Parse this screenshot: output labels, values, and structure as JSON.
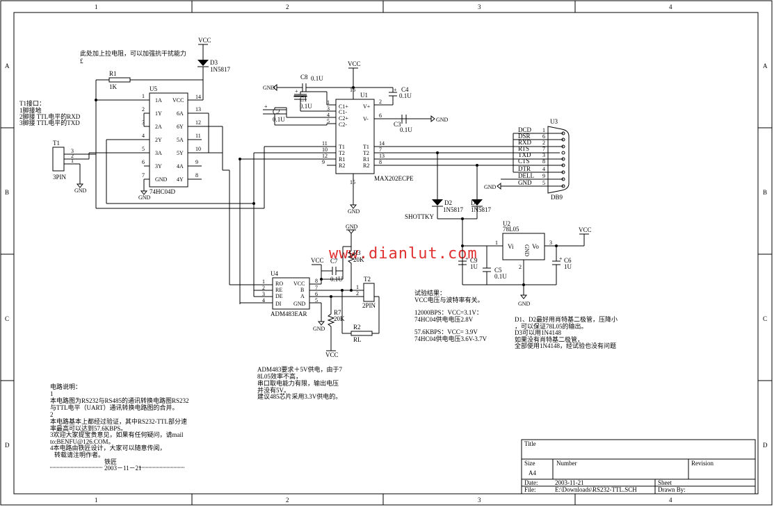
{
  "frame": {
    "cols": [
      "1",
      "2",
      "3",
      "4"
    ],
    "rows": [
      "A",
      "B",
      "C",
      "D"
    ]
  },
  "nets": {
    "vcc": "VCC",
    "gnd": "GND"
  },
  "notes": {
    "pullup": [
      "此处加上拉电阻，可以加强抗干扰能力",
      "£"
    ],
    "t1": [
      "T1接口：",
      "1脚接地",
      "2脚接 TTL电平的RXD",
      "3脚接 TTL电平的TXD"
    ],
    "test": [
      "试验结果：",
      "VCC电压与波特率有关。",
      "",
      "12000BPS：VCC=3.1V：",
      "74HC04供电电压2.8V",
      "",
      "57.6KBPS：VCC= 3.9V",
      "74HC04供电电压3.6V-3.7V"
    ],
    "diodes": [
      "D1、D2最好用肖特基二极管，压降小",
      "，可以保证78L05的输出。",
      "D3可以用1N4148",
      "如果没有肖特基二极管，",
      "全部使用1N4148，经试验也没有问题"
    ],
    "adm": [
      "ADM483要求＋5V供电，由于7",
      "8L05效率不高，",
      "串口取电能力有限，输出电压",
      "并没有5V。",
      "建议485芯片采用3.3V供电的。"
    ],
    "circuit": [
      "电路说明：",
      "1",
      "本电路图为RS232与RS485的通讯转换电路图RS232",
      "与TTL电平（UART）通讯转换电路图的合并。",
      "2",
      "本电路基本上都经过验证，其中RS232-TTL部分速",
      "率最高可以达到57.6KBPS。",
      "3欢迎大家提宝贵意见，如果有任何疑问，请mail",
      "to:BENFU@126.COM。",
      "4本电路由铁匠设计，大家可以随意传阅，",
      "转载请注明作者。"
    ],
    "signature": "铁匠",
    "sig_date": "2003－11－21"
  },
  "watermark": "www.dianlut.com",
  "components": {
    "u5": {
      "ref": "U5",
      "part": "74HC04D",
      "lpins": [
        [
          "1",
          "1A"
        ],
        [
          "2",
          "1Y"
        ],
        [
          "3",
          "2A"
        ],
        [
          "4",
          "2Y"
        ],
        [
          "5",
          "3A"
        ],
        [
          "6",
          "3Y"
        ],
        [
          "7",
          "GND"
        ]
      ],
      "rpins": [
        [
          "14",
          "VCC"
        ],
        [
          "13",
          "6A"
        ],
        [
          "12",
          "6Y"
        ],
        [
          "11",
          "5A"
        ],
        [
          "10",
          "5Y"
        ],
        [
          "9",
          "4A"
        ],
        [
          "8",
          "4Y"
        ]
      ]
    },
    "u1": {
      "ref": "U1",
      "part": "MAX202ECPE",
      "lpins": [
        [
          "1",
          "C1+"
        ],
        [
          "3",
          "C1-"
        ],
        [
          "4",
          "C2+"
        ],
        [
          "5",
          "C2-"
        ],
        [
          "11",
          "T1"
        ],
        [
          "10",
          "T2"
        ],
        [
          "12",
          "R1"
        ],
        [
          "9",
          "R2"
        ]
      ],
      "rpins": [
        [
          "2",
          "V+"
        ],
        [
          "6",
          "V-"
        ],
        [
          "14",
          "T1"
        ],
        [
          "7",
          "T2"
        ],
        [
          "13",
          "R1"
        ],
        [
          "8",
          "R2"
        ]
      ],
      "top": "16",
      "bottom": "15"
    },
    "u4": {
      "ref": "U4",
      "part": "ADM483EAR",
      "lpins": [
        [
          "1",
          "RO"
        ],
        [
          "2",
          "RE"
        ],
        [
          "3",
          "DE"
        ],
        [
          "4",
          "DI"
        ]
      ],
      "rpins": [
        [
          "8",
          "VCC"
        ],
        [
          "7",
          "B"
        ],
        [
          "6",
          "A"
        ],
        [
          "5",
          "GND"
        ]
      ]
    },
    "u2": {
      "ref": "U2",
      "part": "78L05",
      "vi": "Vi",
      "vo": "Vo",
      "gnd": "GND",
      "p1": "1",
      "p2": "2",
      "p3": "3"
    },
    "db9": {
      "ref": "U3",
      "part": "DB9",
      "pins": [
        [
          "DCD",
          "1"
        ],
        [
          "DSR",
          "6"
        ],
        [
          "RXD",
          "2"
        ],
        [
          "RTS",
          "7"
        ],
        [
          "TXD",
          "3"
        ],
        [
          "CTS",
          "8"
        ],
        [
          "DTR",
          "4"
        ],
        [
          "DELL",
          "9"
        ],
        [
          "GND",
          "5"
        ]
      ]
    },
    "t1": {
      "ref": "T1",
      "part": "3PIN",
      "pins": [
        "3",
        "2",
        "1"
      ]
    },
    "t2": {
      "ref": "T2",
      "part": "2PIN",
      "pins": [
        "1",
        "2"
      ]
    },
    "r1": {
      "ref": "R1",
      "val": "1K"
    },
    "r2": {
      "ref": "R2",
      "val": "RL"
    },
    "r3": {
      "ref": "R3",
      "val": "20K"
    },
    "r7": {
      "ref": "R7",
      "val": "20K"
    },
    "d1": {
      "ref": "D1",
      "val": "1N5817"
    },
    "d2": {
      "ref": "D2",
      "val": "1N5817",
      "extra": "SHOTTKY"
    },
    "d3": {
      "ref": "D3",
      "val": "1N5817"
    },
    "c1": {
      "ref": "C1",
      "val": "0.1U"
    },
    "c2": {
      "ref": "C2",
      "val": "0.1U"
    },
    "c3": {
      "ref": "C3",
      "val": "0.1U"
    },
    "c4": {
      "ref": "C4",
      "val": "0.1U"
    },
    "c5": {
      "ref": "C5",
      "val": "0.1U"
    },
    "c6": {
      "ref": "C6",
      "val": "1U"
    },
    "c7": {
      "ref": "C7",
      "val": "0.1U"
    },
    "c8": {
      "ref": "C8",
      "val": "0.1U"
    },
    "c9": {
      "ref": "C9",
      "val": "1U"
    }
  },
  "titleblock": {
    "title_label": "Title",
    "size_label": "Size",
    "size": "A4",
    "number_label": "Number",
    "revision_label": "Revision",
    "date_label": "Date:",
    "date": "2003-11-21",
    "file_label": "File:",
    "file": "E:\\Downloads\\RS232-TTL.SCH",
    "sheet_label": "Sheet",
    "drawn_label": "Drawn By:"
  }
}
